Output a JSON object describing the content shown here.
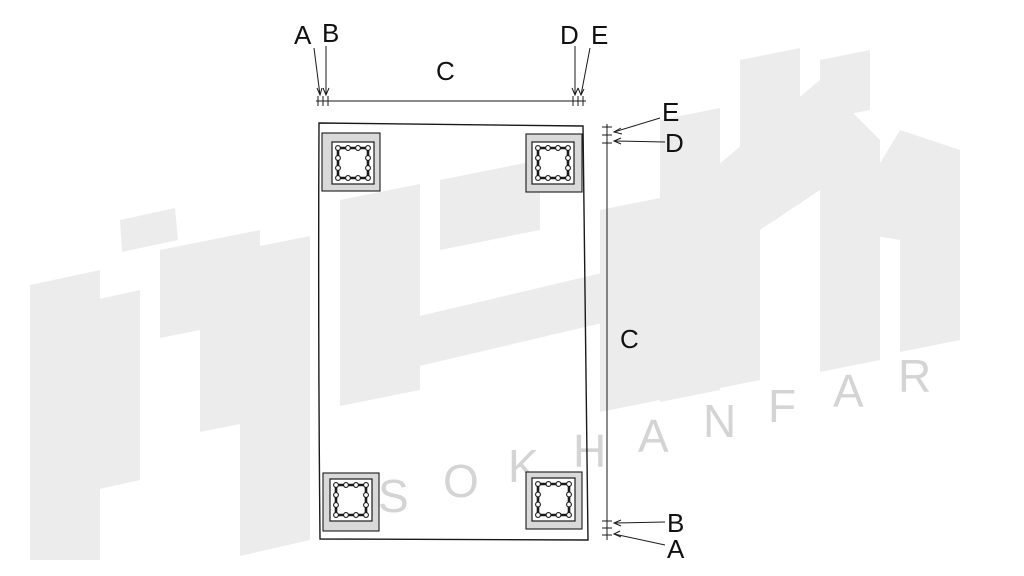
{
  "watermark": {
    "text": "SOKHANFAR",
    "letters": [
      "S",
      "O",
      "K",
      "H",
      "A",
      "N",
      "F",
      "A",
      "R"
    ]
  },
  "labels": {
    "top": {
      "a": "A",
      "b": "B",
      "c": "C",
      "d": "D",
      "e": "E"
    },
    "right": {
      "e": "E",
      "d": "D",
      "c": "C",
      "b": "B",
      "a": "A"
    }
  },
  "columns": [
    {
      "id": "top-left"
    },
    {
      "id": "top-right"
    },
    {
      "id": "bottom-left"
    },
    {
      "id": "bottom-right"
    }
  ]
}
